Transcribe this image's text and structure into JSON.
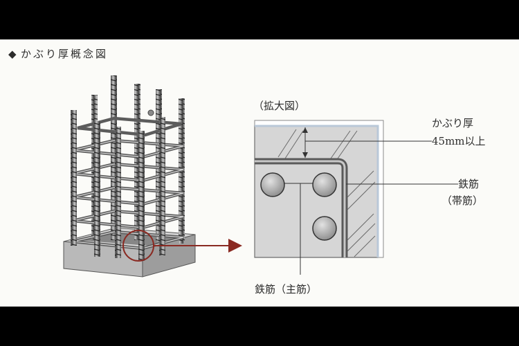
{
  "heading": {
    "marker": "◆",
    "text": "かぶり厚概念図"
  },
  "detail": {
    "title": "（拡大図）",
    "cover_label_line1": "かぶり厚",
    "cover_label_line2": "45mm以上",
    "rebar_hoop_line1": "鉄筋",
    "rebar_hoop_line2": "（帯筋）",
    "rebar_main": "鉄筋（主筋）"
  }
}
